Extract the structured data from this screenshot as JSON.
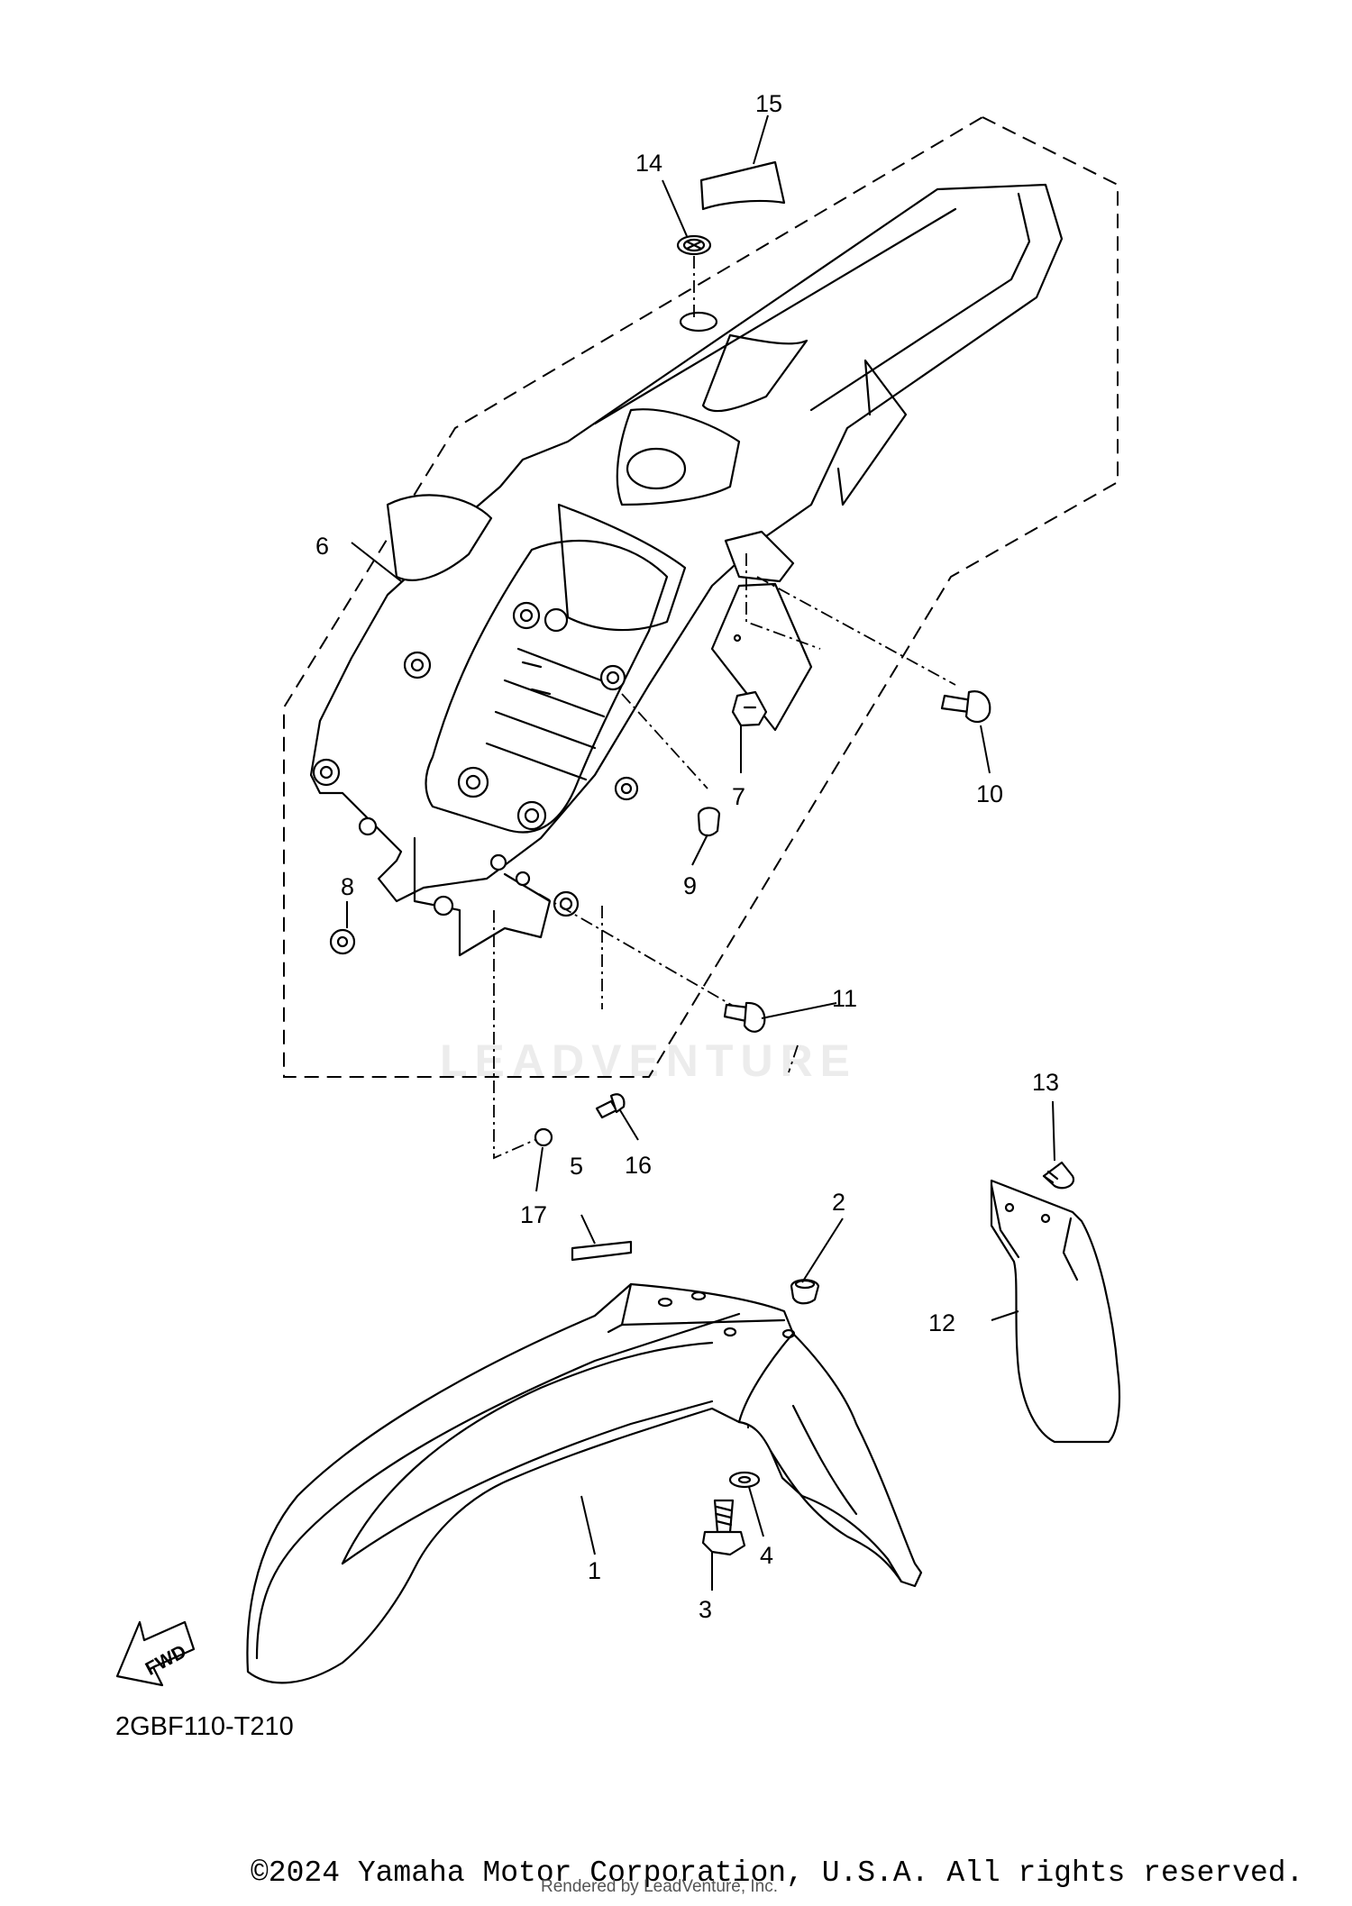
{
  "diagram": {
    "callouts": [
      "1",
      "2",
      "3",
      "4",
      "5",
      "6",
      "7",
      "8",
      "9",
      "10",
      "11",
      "12",
      "13",
      "14",
      "15",
      "16",
      "17"
    ],
    "fwd_label": "FWD"
  },
  "watermark": "LEADVENTURE",
  "diagram_code": "2GBF110-T210",
  "copyright": "©2024 Yamaha Motor Corporation, U.S.A. All rights reserved.",
  "rendered_by": "Rendered by LeadVenture, Inc."
}
